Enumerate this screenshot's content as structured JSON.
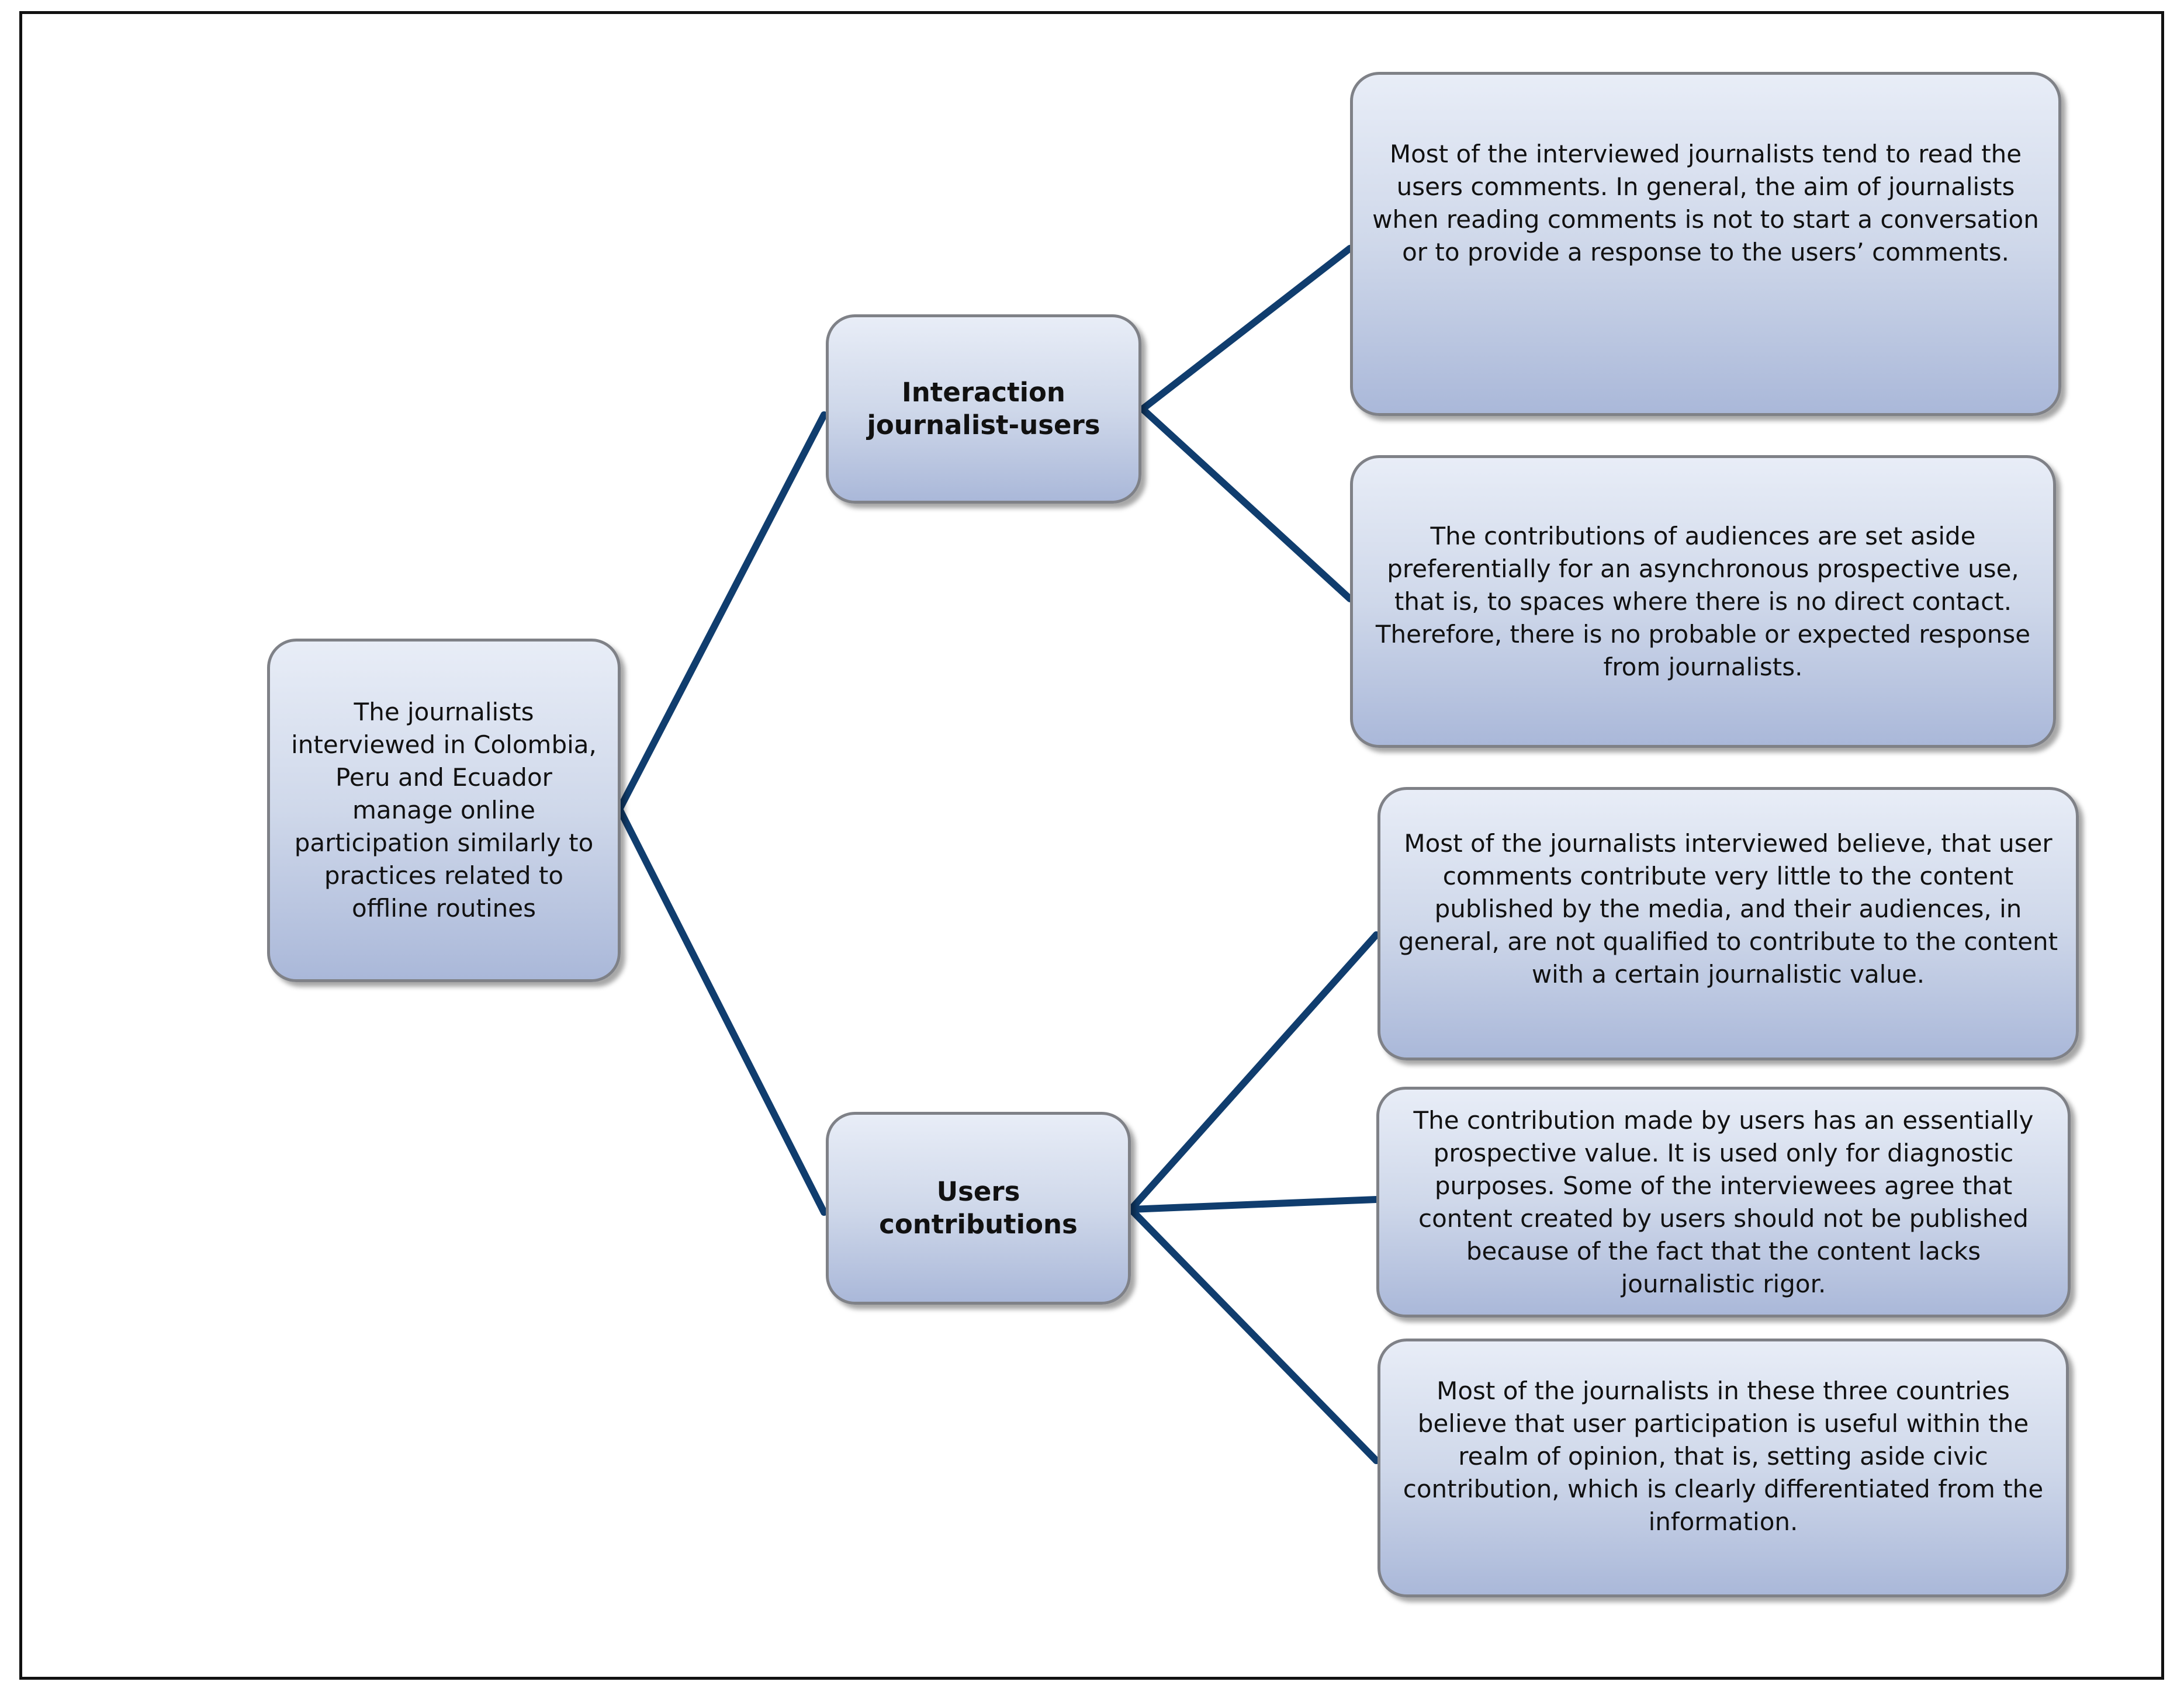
{
  "root": {
    "text": "The journalists interviewed in Colombia, Peru and Ecuador manage online participation similarly to practices related to offline routines"
  },
  "branch_interaction": {
    "text": "Interaction journalist-users"
  },
  "branch_contributions": {
    "text": "Users contributions"
  },
  "leaf_1": {
    "text": "Most of the interviewed journalists tend to read the users comments.  In general, the aim of journalists when reading comments is not to start a conversation or to provide a response to the users’ comments."
  },
  "leaf_2": {
    "text": "The contributions of audiences are set aside preferentially for an asynchronous prospective use, that is, to spaces where there is no direct contact. Therefore, there is no probable or expected response from journalists."
  },
  "leaf_3": {
    "text": "Most of the journalists interviewed believe, that user comments contribute very little to the content published by the media, and their audiences, in general, are not qualified to contribute to the content with a certain journalistic value."
  },
  "leaf_4": {
    "text": "The contribution made by users has an essentially prospective value. It is used only for diagnostic purposes. Some of the interviewees agree that content created by users should not be published because of the fact that the content lacks journalistic rigor."
  },
  "leaf_5": {
    "text": "Most of the journalists in these three countries believe that user participation is useful within the realm of opinion, that is, setting aside civic contribution, which is clearly differentiated from the information."
  },
  "colors": {
    "connector": "#103d6e",
    "box_border": "#7f8187",
    "box_fill_top": "#e8edf7",
    "box_fill_bottom": "#aab8d9"
  }
}
